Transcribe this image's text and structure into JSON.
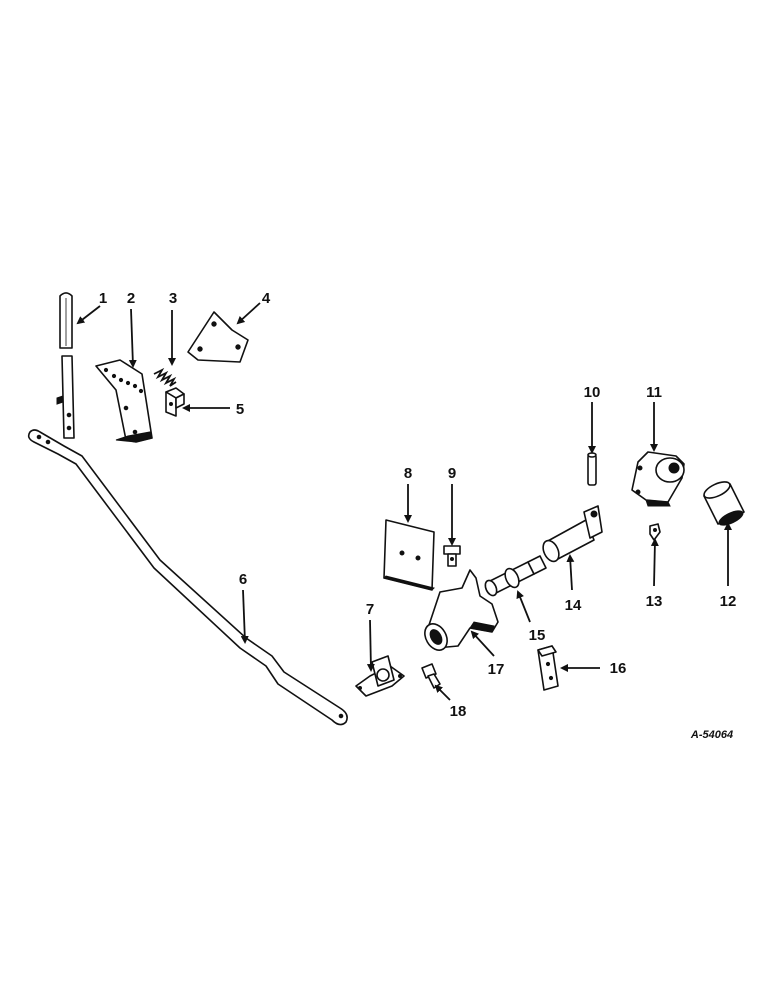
{
  "diagram": {
    "reference_code": "A-54064",
    "callouts": [
      "1",
      "2",
      "3",
      "4",
      "5",
      "6",
      "7",
      "8",
      "9",
      "10",
      "11",
      "12",
      "13",
      "14",
      "15",
      "16",
      "17",
      "18"
    ]
  }
}
